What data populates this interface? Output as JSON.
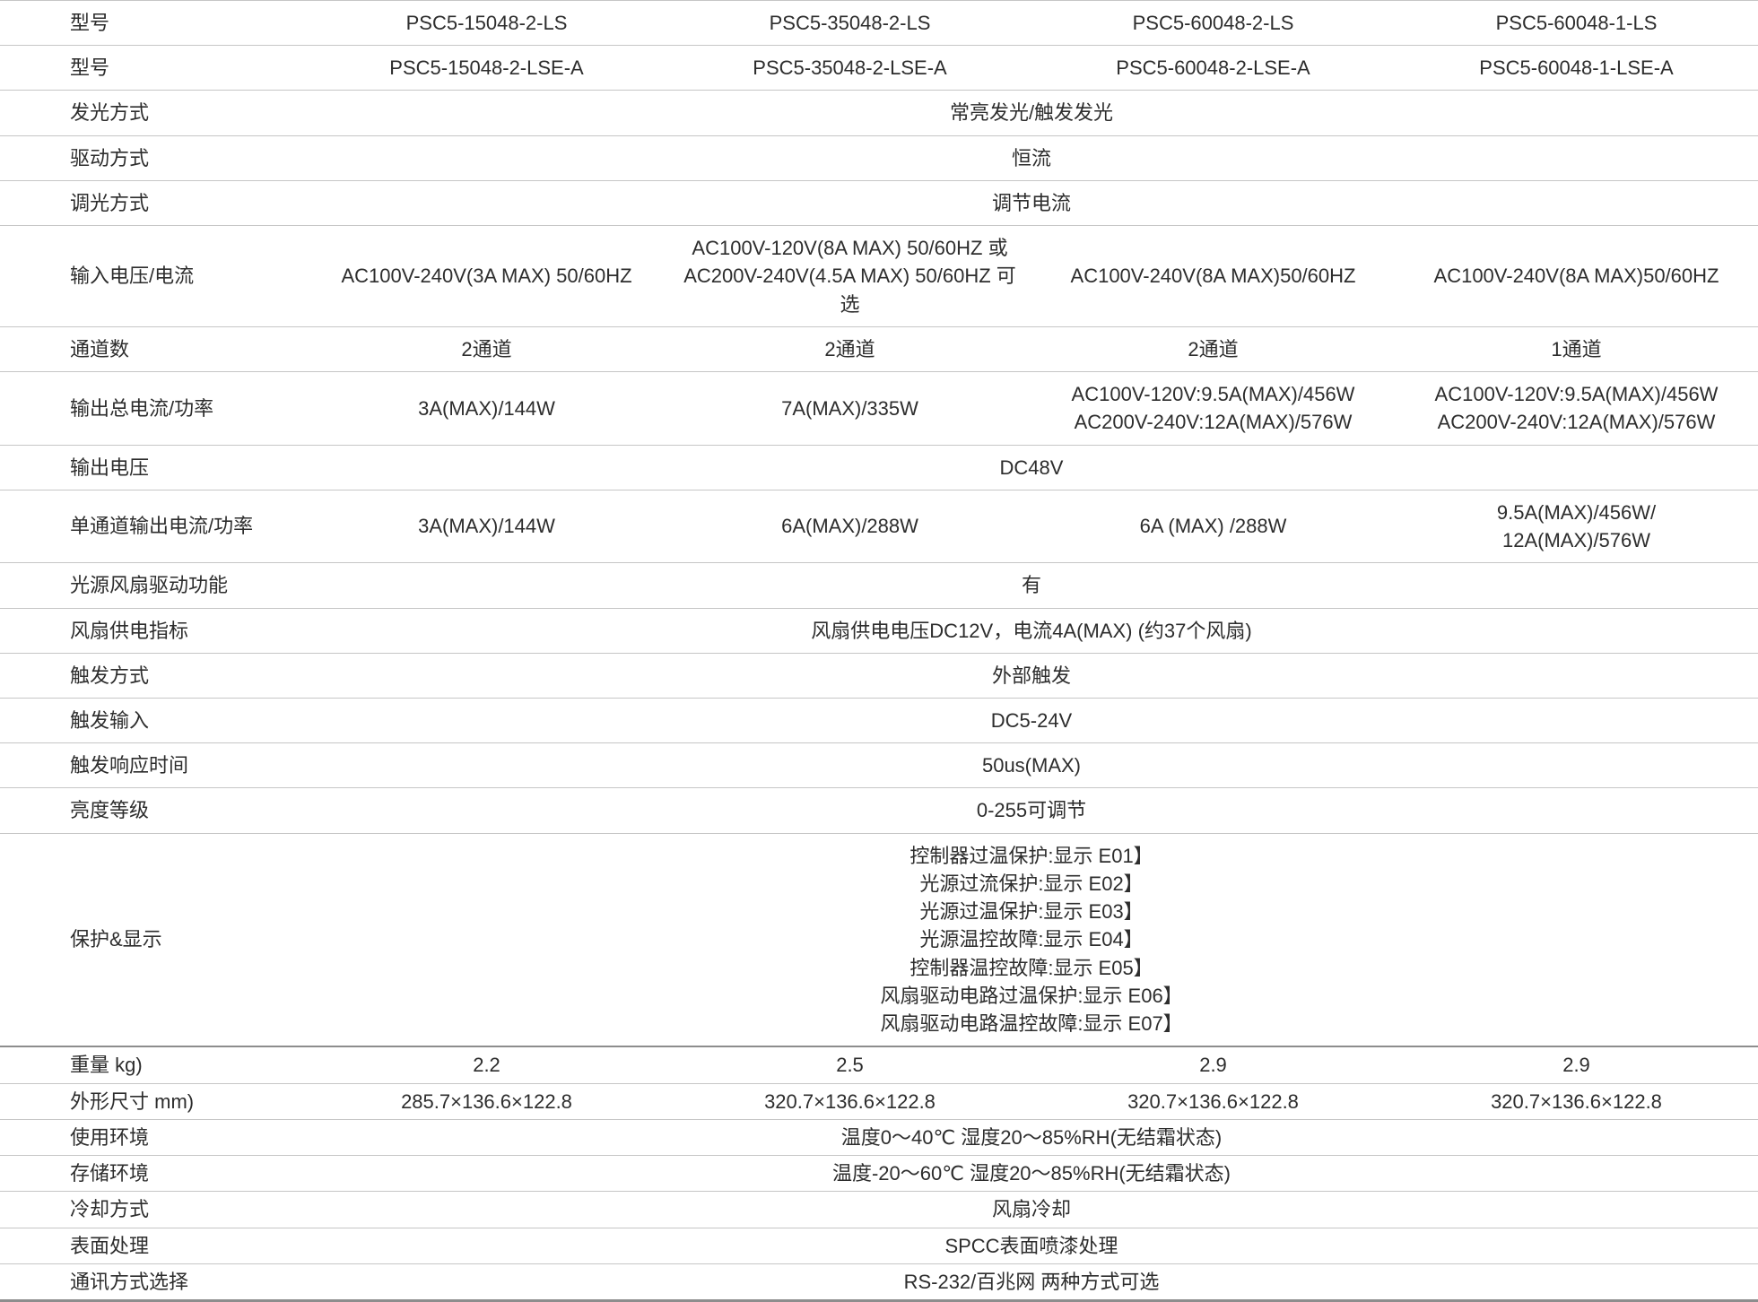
{
  "table": {
    "rows": [
      {
        "label": "型号",
        "cells": [
          "PSC5-15048-2-LS",
          "PSC5-35048-2-LS",
          "PSC5-60048-2-LS",
          "PSC5-60048-1-LS"
        ]
      },
      {
        "label": "型号",
        "cells": [
          "PSC5-15048-2-LSE-A",
          "PSC5-35048-2-LSE-A",
          "PSC5-60048-2-LSE-A",
          "PSC5-60048-1-LSE-A"
        ]
      },
      {
        "label": "发光方式",
        "merged": "常亮发光/触发发光"
      },
      {
        "label": "驱动方式",
        "merged": "恒流"
      },
      {
        "label": "调光方式",
        "merged": "调节电流"
      },
      {
        "label": "输入电压/电流",
        "cells": [
          "AC100V-240V(3A MAX) 50/60HZ",
          "AC100V-120V(8A MAX) 50/60HZ 或\nAC200V-240V(4.5A MAX) 50/60HZ 可选",
          "AC100V-240V(8A MAX)50/60HZ",
          "AC100V-240V(8A MAX)50/60HZ"
        ]
      },
      {
        "label": "通道数",
        "cells": [
          "2通道",
          "2通道",
          "2通道",
          "1通道"
        ]
      },
      {
        "label": "输出总电流/功率",
        "cells": [
          "3A(MAX)/144W",
          "7A(MAX)/335W",
          "AC100V-120V:9.5A(MAX)/456W\nAC200V-240V:12A(MAX)/576W",
          "AC100V-120V:9.5A(MAX)/456W\nAC200V-240V:12A(MAX)/576W"
        ]
      },
      {
        "label": "输出电压",
        "merged": "DC48V"
      },
      {
        "label": "单通道输出电流/功率",
        "cells": [
          "3A(MAX)/144W",
          "6A(MAX)/288W",
          "6A (MAX) /288W",
          "9.5A(MAX)/456W/\n12A(MAX)/576W"
        ]
      },
      {
        "label": "光源风扇驱动功能",
        "merged": "有"
      },
      {
        "label": "风扇供电指标",
        "merged": "风扇供电电压DC12V，电流4A(MAX) (约37个风扇)"
      },
      {
        "label": "触发方式",
        "merged": "外部触发"
      },
      {
        "label": "触发输入",
        "merged": "DC5-24V"
      },
      {
        "label": "触发响应时间",
        "merged": "50us(MAX)"
      },
      {
        "label": "亮度等级",
        "merged": "0-255可调节"
      },
      {
        "label": "保护&显示",
        "merged": "控制器过温保护:显示 E01】\n光源过流保护:显示 E02】\n光源过温保护:显示 E03】\n光源温控故障:显示 E04】\n控制器温控故障:显示 E05】\n风扇驱动电路过温保护:显示 E06】\n风扇驱动电路温控故障:显示 E07】"
      },
      {
        "label": "重量 kg)",
        "cells": [
          "2.2",
          "2.5",
          "2.9",
          "2.9"
        ]
      },
      {
        "label": "外形尺寸 mm)",
        "cells": [
          "285.7×136.6×122.8",
          "320.7×136.6×122.8",
          "320.7×136.6×122.8",
          "320.7×136.6×122.8"
        ]
      },
      {
        "label": "使用环境",
        "merged": "温度0～40℃ 湿度20～85%RH(无结霜状态)"
      },
      {
        "label": "存储环境",
        "merged": "温度-20～60℃ 湿度20～85%RH(无结霜状态)"
      },
      {
        "label": "冷却方式",
        "merged": "风扇冷却"
      },
      {
        "label": "表面处理",
        "merged": "SPCC表面喷漆处理"
      },
      {
        "label": "通讯方式选择",
        "merged": "RS-232/百兆网 两种方式可选"
      }
    ]
  }
}
